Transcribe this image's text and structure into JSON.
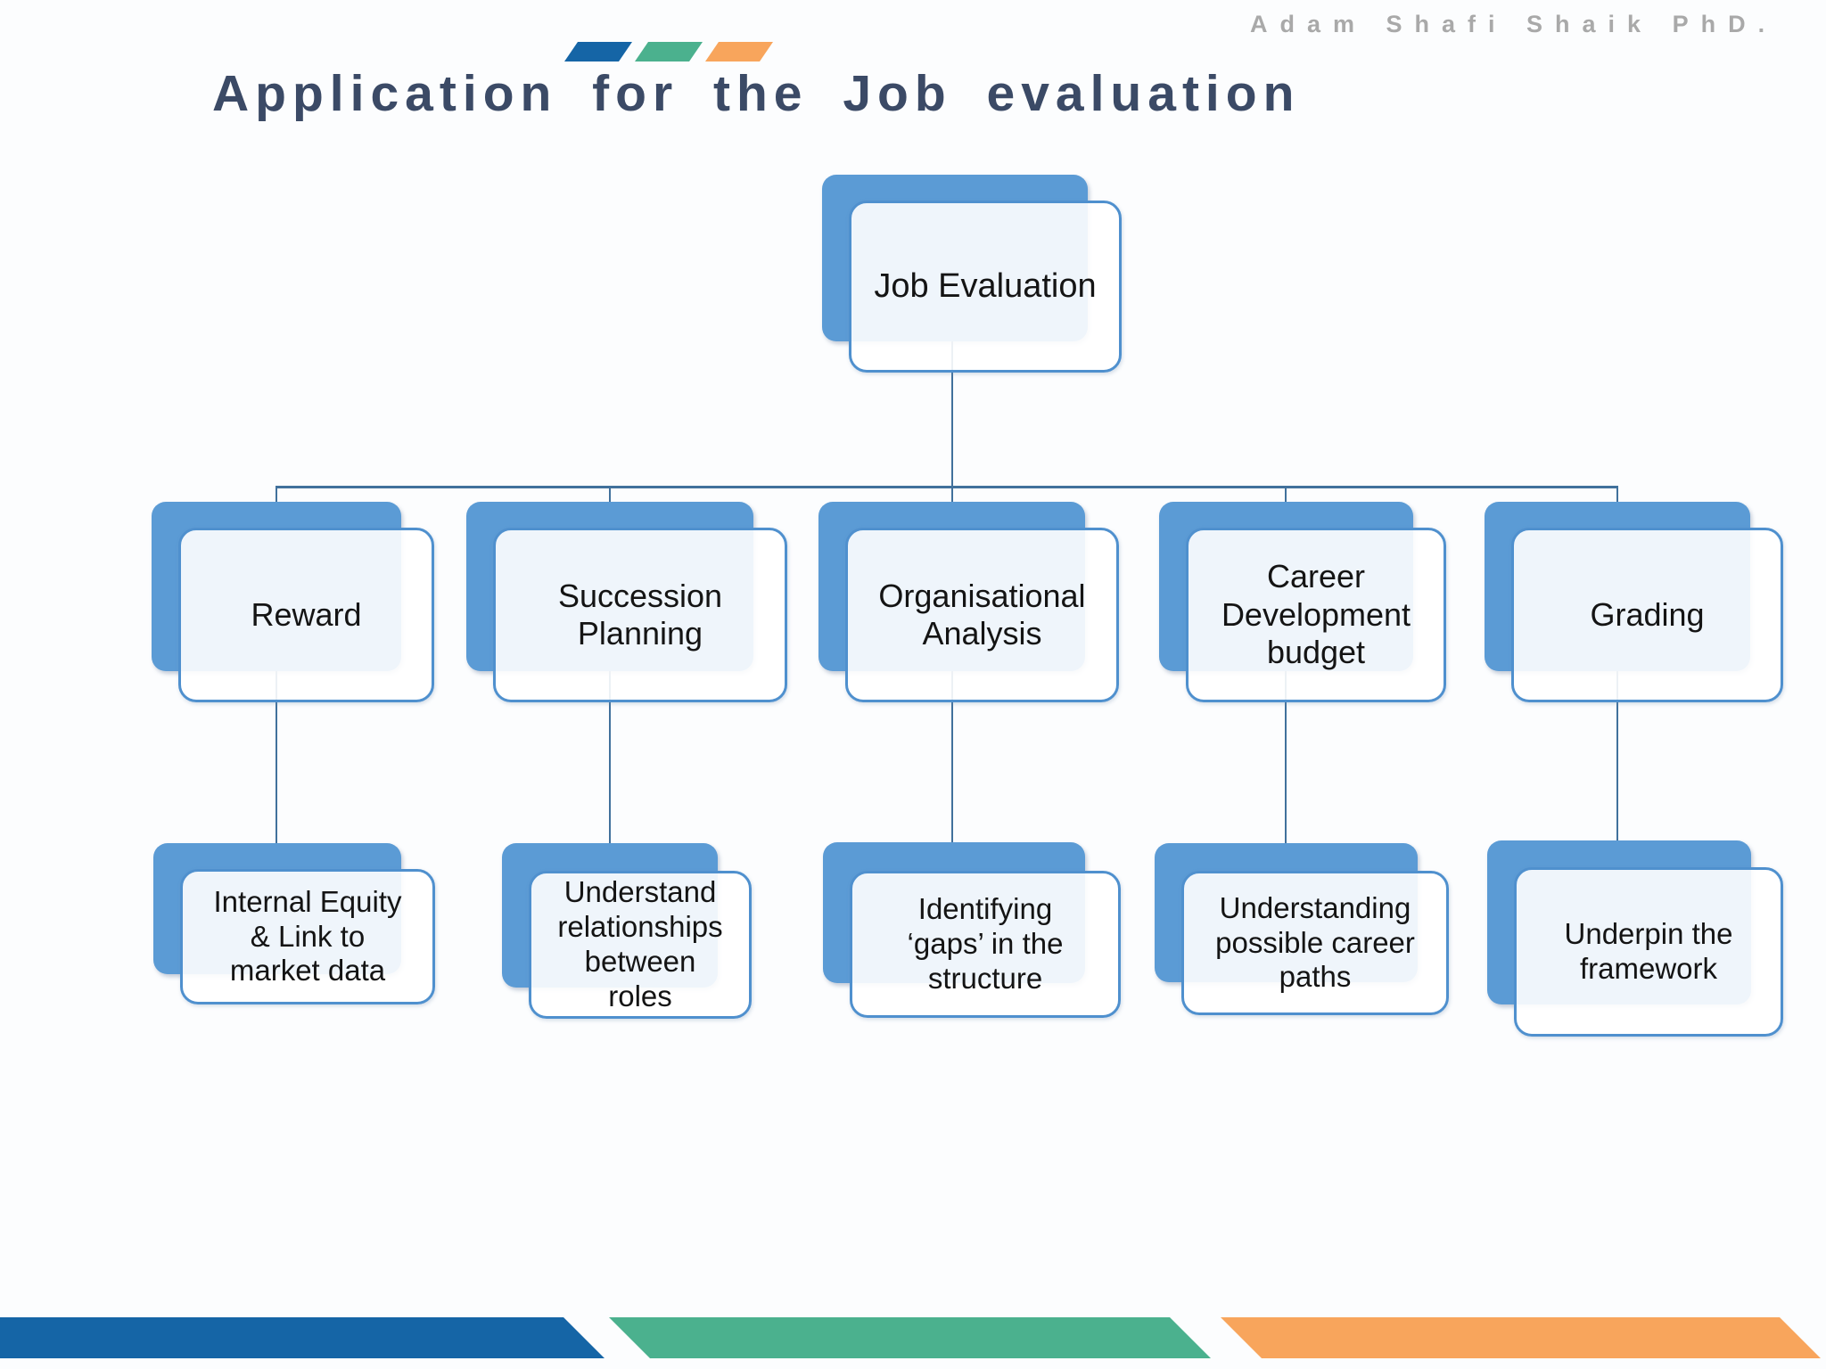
{
  "header": {
    "author": "Adam Shafi Shaik PhD.",
    "title": "Application for the Job evaluation"
  },
  "chart": {
    "type": "org-hierarchy",
    "root": "Job Evaluation",
    "branches": [
      {
        "parent": "Reward",
        "parent_display": "Reward",
        "child": "Internal Equity & Link to market data",
        "child_display": "Internal Equity\n& Link to\nmarket data"
      },
      {
        "parent": "Succession Planning",
        "parent_display": "Succession\nPlanning",
        "child": "Understand relationships between roles",
        "child_display": "Understand\nrelationships\nbetween\nroles"
      },
      {
        "parent": "Organisational Analysis",
        "parent_display": "Organisational\nAnalysis",
        "child": "Identifying ‘gaps’ in the structure",
        "child_display": "Identifying\n‘gaps’ in the\nstructure"
      },
      {
        "parent": "Career Development budget",
        "parent_display": "Career\nDevelopment\nbudget",
        "child": "Understanding possible career paths",
        "child_display": "Understanding\npossible career\npaths"
      },
      {
        "parent": "Grading",
        "parent_display": "Grading",
        "child": "Underpin the framework",
        "child_display": "Underpin the\nframework"
      }
    ]
  },
  "colors": {
    "node_fill": "#5b9bd5",
    "node_border": "#4f90ce",
    "connector": "#41719c",
    "title_text": "#3b4a66",
    "author_text": "#a9a9a9",
    "accent_blue": "#1565a6",
    "accent_green": "#4bb18e",
    "accent_orange": "#f8a55c"
  }
}
